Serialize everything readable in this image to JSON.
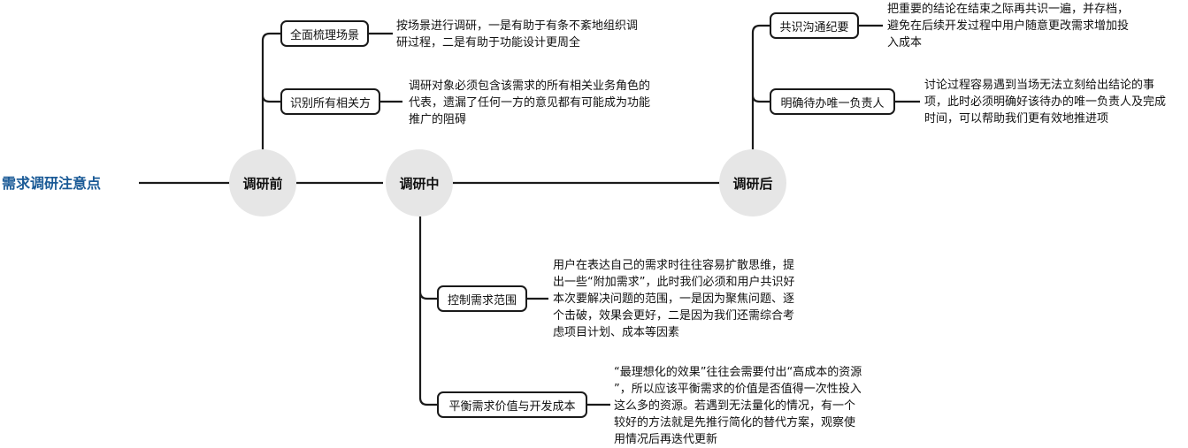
{
  "root": {
    "label": "需求调研注意点"
  },
  "phases": [
    {
      "label": "调研前",
      "topics": [
        {
          "label": "全面梳理场景",
          "note": [
            "按场景进行调研，一是有助于有条不紊地组织调",
            "研过程，二是有助于功能设计更周全"
          ]
        },
        {
          "label": "识别所有相关方",
          "note": [
            "调研对象必须包含该需求的所有相关业务角色的",
            "代表，遗漏了任何一方的意见都有可能成为功能",
            "推广的阻碍"
          ]
        }
      ]
    },
    {
      "label": "调研中",
      "topics": [
        {
          "label": "控制需求范围",
          "note": [
            "用户在表达自己的需求时往往容易扩散思维，提",
            "出一些“附加需求”，此时我们必须和用户共识好",
            "本次要解决问题的范围，一是因为聚焦问题、逐",
            "个击破，效果会更好，二是因为我们还需综合考",
            "虑项目计划、成本等因素"
          ]
        },
        {
          "label": "平衡需求价值与开发成本",
          "note": [
            "“最理想化的效果”往往会需要付出“高成本的资源",
            "”，所以应该平衡需求的价值是否值得一次性投入",
            "这么多的资源。若遇到无法量化的情况，有一个",
            "较好的方法就是先推行简化的替代方案，观察使",
            "用情况后再迭代更新"
          ]
        }
      ]
    },
    {
      "label": "调研后",
      "topics": [
        {
          "label": "共识沟通纪要",
          "note": [
            "把重要的结论在结束之际再共识一遍，并存档，",
            "避免在后续开发过程中用户随意更改需求增加投",
            "入成本"
          ]
        },
        {
          "label": "明确待办唯一负责人",
          "note": [
            "讨论过程容易遇到当场无法立刻给出结论的事",
            "项，此时必须明确好该待办的唯一负责人及完成",
            "时间，可以帮助我们更有效地推进项"
          ]
        }
      ]
    }
  ]
}
